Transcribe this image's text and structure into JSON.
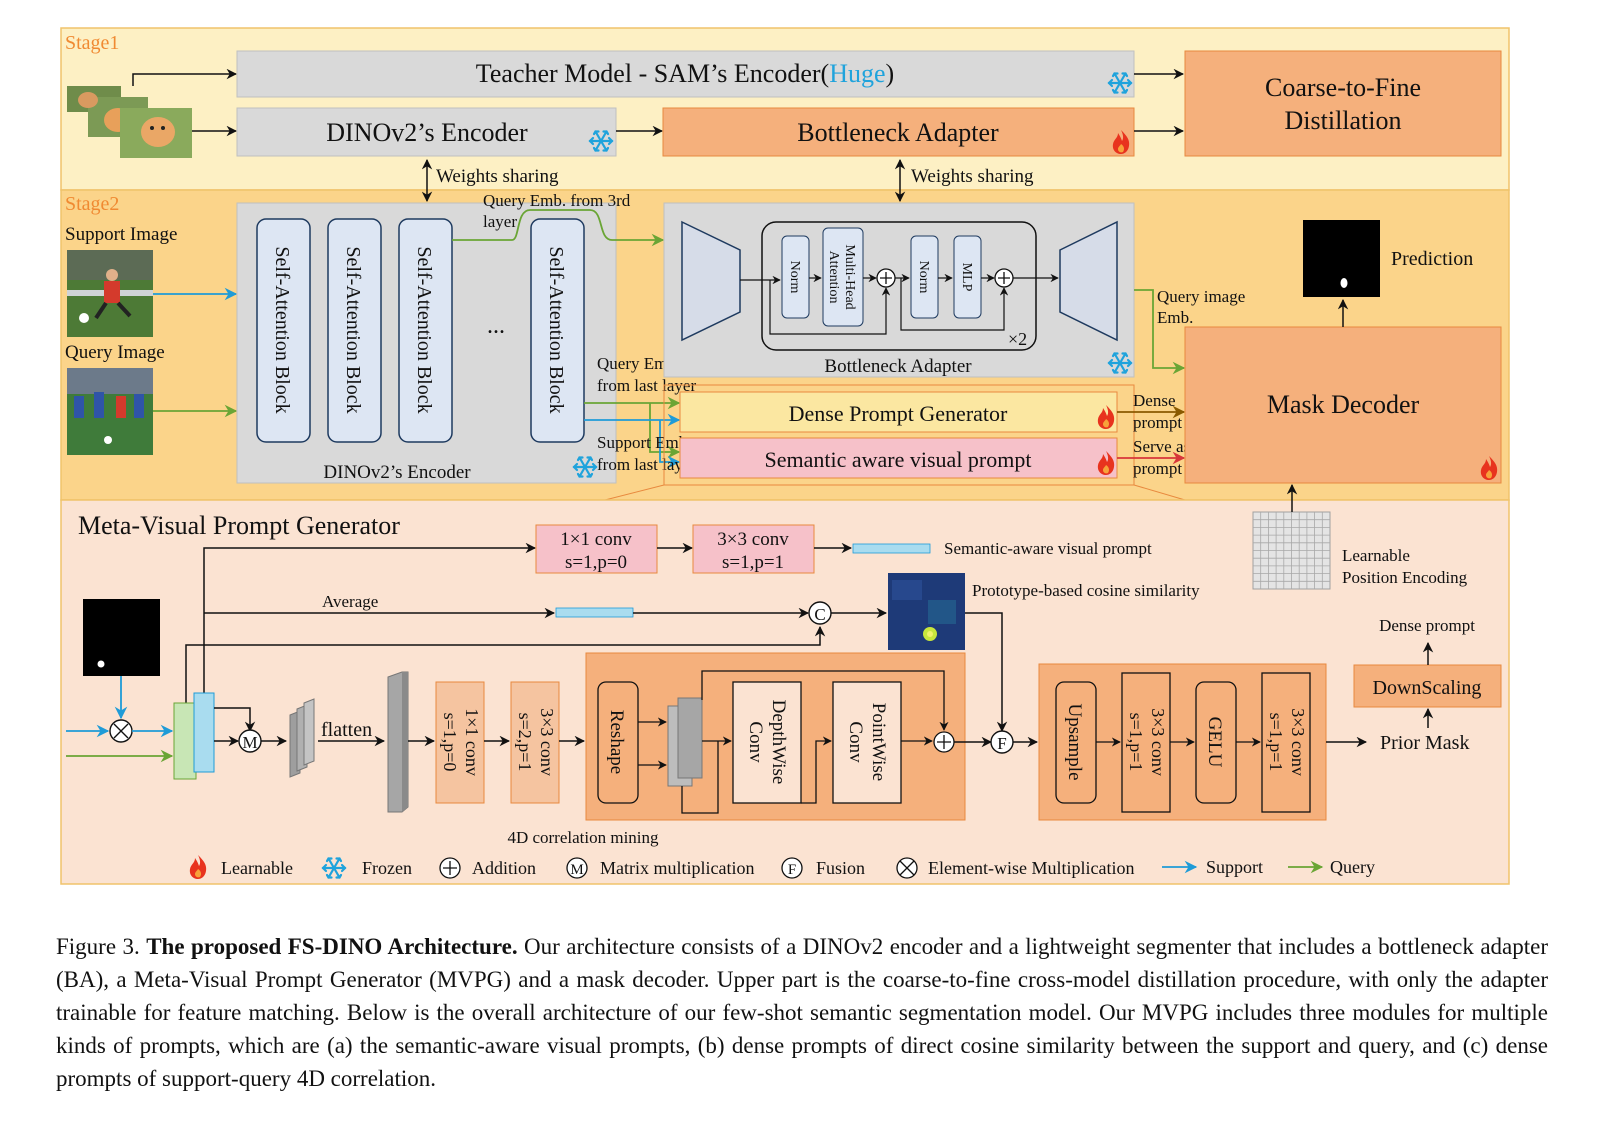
{
  "stage1": {
    "label": "Stage1",
    "teacher_prefix": "Teacher Model - SAM’s Encoder(",
    "teacher_huge": "Huge",
    "teacher_suffix": ")",
    "dino_encoder": "DINOv2’s Encoder",
    "bottleneck_adapter": "Bottleneck Adapter",
    "distill_line1": "Coarse-to-Fine",
    "distill_line2": "Distillation",
    "weights_sharing_left": "Weights sharing",
    "weights_sharing_right": "Weights sharing"
  },
  "stage2": {
    "label": "Stage2",
    "support_image": "Support Image",
    "query_image": "Query Image",
    "sa_block_1": "Self-Attention Block",
    "sa_block_2": "Self-Attention Block",
    "sa_block_3": "Self-Attention Block",
    "sa_block_4": "Self-Attention Block",
    "ellipsis": "...",
    "dino_encoder_label": "DINOv2’s Encoder",
    "query_emb_3rd_line1": "Query Emb. from 3rd",
    "query_emb_3rd_line2": "layer",
    "query_emb_last_line1": "Query Emb.",
    "query_emb_last_line2": "from last layer",
    "support_emb_last_line1": "Support Emb.",
    "support_emb_last_line2": "from last layer",
    "ba_norm_1": "Norm",
    "ba_mha_line1": "Multi-Head",
    "ba_mha_line2": "Attention",
    "ba_norm_2": "Norm",
    "ba_mlp": "MLP",
    "ba_x2": "×2",
    "ba_label": "Bottleneck Adapter",
    "dense_prompt_generator": "Dense Prompt Generator",
    "semantic_visual_prompt": "Semantic aware visual prompt",
    "query_image_emb_line1": "Query image",
    "query_image_emb_line2": "Emb.",
    "dense_prompt_emb_line1": "Dense",
    "dense_prompt_emb_line2": "prompt Emb.",
    "sparse_prompt_line1": "Serve as sparse",
    "sparse_prompt_line2": "prompt Emb.",
    "mask_decoder": "Mask Decoder",
    "prediction": "Prediction"
  },
  "mvpg": {
    "title": "Meta-Visual Prompt Generator",
    "conv1x1_top_line1": "1×1 conv",
    "conv1x1_top_line2": "s=1,p=0",
    "conv3x3_top_line1": "3×3 conv",
    "conv3x3_top_line2": "s=1,p=1",
    "semantic_aware_visual_prompt": "Semantic-aware visual prompt",
    "average": "Average",
    "concat_symbol": "C",
    "prototype_cosine": "Prototype-based cosine similarity",
    "learnable_pos_line1": "Learnable",
    "learnable_pos_line2": "Position Encoding",
    "dense_prompt": "Dense prompt",
    "downscaling": "DownScaling",
    "prior_mask": "Prior Mask",
    "matmul_symbol": "M",
    "flatten": "flatten",
    "conv1x1_v_line1": "1×1 conv",
    "conv1x1_v_line2": "s=1,p=0",
    "conv3x3_v_line1": "3×3 conv",
    "conv3x3_v_line2": "s=2,p=1",
    "reshape": "Reshape",
    "depthwise_line1": "DepthWise",
    "depthwise_line2": "Conv",
    "pointwise_line1": "PointWise",
    "pointwise_line2": "Conv",
    "correlation_mining": "4D correlation mining",
    "fusion_symbol": "F",
    "upsample": "Upsample",
    "conv3x3_a_line1": "3×3 conv",
    "conv3x3_a_line2": "s=1,p=1",
    "gelu": "GELU",
    "conv3x3_b_line1": "3×3 conv",
    "conv3x3_b_line2": "s=1,p=1"
  },
  "legend": {
    "learnable": "Learnable",
    "frozen": "Frozen",
    "addition": "Addition",
    "matmul": "Matrix multiplication",
    "matmul_symbol": "M",
    "fusion": "Fusion",
    "fusion_symbol": "F",
    "elementwise": "Element-wise Multiplication",
    "support": "Support",
    "query": "Query"
  },
  "caption": {
    "figure_label": "Figure 3.",
    "bold_title": "The proposed FS-DINO Architecture.",
    "text": "Our architecture consists of a DINOv2 encoder and a lightweight segmenter that includes a bottleneck adapter (BA), a Meta-Visual Prompt Generator (MVPG) and a mask decoder.  Upper part is the coarse-to-fine cross-model distillation procedure, with only the adapter trainable for feature matching.  Below is the overall architecture of our few-shot semantic segmentation model. Our MVPG includes three modules for multiple kinds of prompts, which are (a) the semantic-aware visual prompts, (b) dense prompts of direct cosine similarity between the support and query, and (c) dense prompts of support-query 4D correlation."
  },
  "colors": {
    "stage1_bg": "#fdf0c4",
    "stage2_bg": "#fbd48a",
    "mvpg_bg": "#fbe3d2",
    "orange_box": "#f5b07c",
    "orange_border": "#e8893e",
    "gray_box": "#d9d9d9",
    "sa_block": "#dde6f3",
    "dense_box": "#fbe7a1",
    "semantic_box": "#f6c1c9",
    "support_arrow": "#1f9bd7",
    "query_arrow": "#6aa535",
    "huge_text": "#1fa3dc",
    "stage_label": "#f08a32",
    "fire": "#e8331e",
    "snow": "#1fa3dc"
  },
  "icons": [
    "fire-icon",
    "snowflake-icon",
    "addition-icon",
    "matmul-icon",
    "fusion-icon",
    "elementwise-icon",
    "cat-image",
    "soccer-image",
    "mask-image",
    "heatmap-image"
  ]
}
